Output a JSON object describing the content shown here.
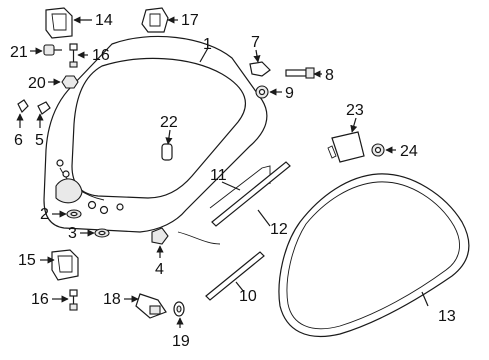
{
  "callouts": {
    "p1": "1",
    "p2": "2",
    "p3": "3",
    "p4": "4",
    "p5": "5",
    "p6": "6",
    "p7": "7",
    "p8": "8",
    "p9": "9",
    "p10": "10",
    "p11": "11",
    "p12": "12",
    "p13": "13",
    "p14": "14",
    "p15": "15",
    "p16a": "16",
    "p16b": "16",
    "p17": "17",
    "p18": "18",
    "p19": "19",
    "p20": "20",
    "p21": "21",
    "p22": "22",
    "p23": "23",
    "p24": "24"
  }
}
